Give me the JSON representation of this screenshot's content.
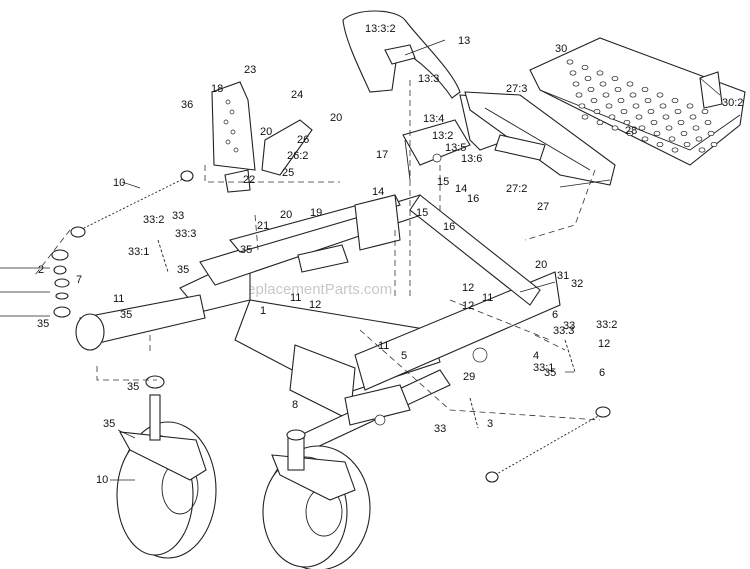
{
  "watermark": "eReplacementParts.com",
  "callouts": [
    "13:3:2",
    "13",
    "30",
    "23",
    "18",
    "36",
    "24",
    "13:3",
    "27:3",
    "30:2",
    "20",
    "26",
    "20",
    "13:4",
    "13:2",
    "17",
    "13:5",
    "13:6",
    "26:2",
    "22",
    "25",
    "28",
    "14",
    "15",
    "14",
    "10",
    "27:2",
    "20",
    "19",
    "15",
    "16",
    "16",
    "27",
    "33:2",
    "33",
    "21",
    "33:1",
    "33:3",
    "35",
    "35",
    "2",
    "7",
    "11",
    "1",
    "11",
    "12",
    "20",
    "31",
    "32",
    "12",
    "11",
    "12",
    "35",
    "6",
    "35",
    "33:3",
    "33",
    "33:2",
    "12",
    "11",
    "5",
    "4",
    "33:1",
    "35",
    "6",
    "35",
    "29",
    "8",
    "35",
    "33",
    "3",
    "10"
  ]
}
